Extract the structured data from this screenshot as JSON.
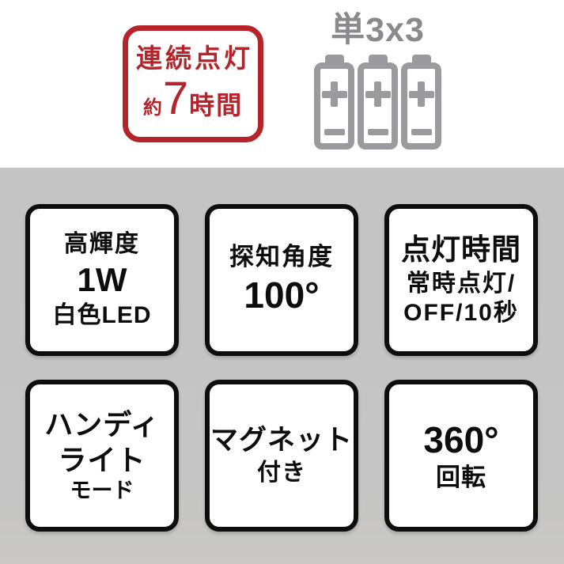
{
  "colors": {
    "accent_red": "#b5242b",
    "battery_gray": "#9b9b9f",
    "battery_label_gray": "#8a8a8e",
    "background_gray": "#c5c5c5",
    "card_border_black": "#0d0d0d"
  },
  "header": {
    "badge": {
      "line1": "連続点灯",
      "approx": "約",
      "hours": "7",
      "unit": "時間"
    },
    "battery": {
      "label": "単3x3",
      "count": 3
    }
  },
  "features": [
    {
      "key": "brightness",
      "line1": "高輝度",
      "line2": "1W",
      "line3": "白色LED"
    },
    {
      "key": "detection-angle",
      "line1": "探知角度",
      "line2": "100°"
    },
    {
      "key": "lighting-time",
      "line1": "点灯時間",
      "line2": "常時点灯/",
      "line3": "OFF/10秒"
    },
    {
      "key": "handy-light-mode",
      "line1": "ハンディ",
      "line2": "ライト",
      "line3": "モード"
    },
    {
      "key": "magnet",
      "line1": "マグネット",
      "line2": "付き"
    },
    {
      "key": "rotation",
      "line1": "360°",
      "line2": "回転"
    }
  ]
}
